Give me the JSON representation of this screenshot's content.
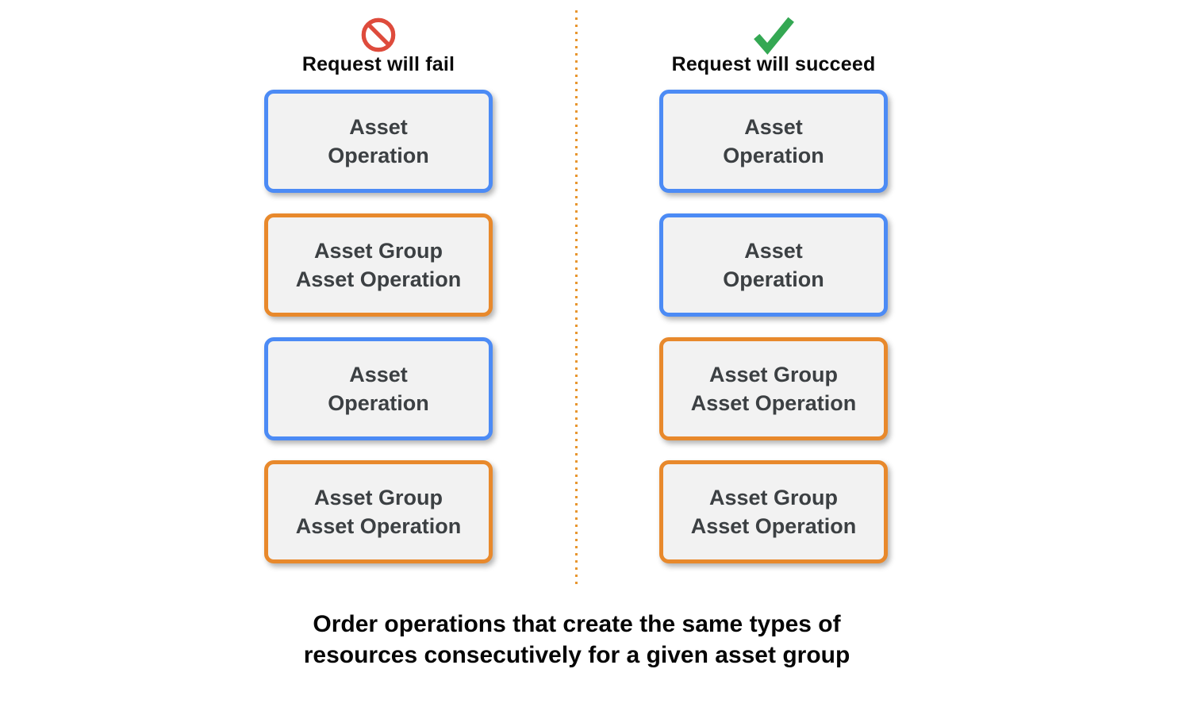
{
  "colors": {
    "blue_border": "#4C8BF5",
    "orange_border": "#E8892C",
    "box_background": "#F2F2F2",
    "box_text": "#3C4043",
    "fail_icon_red": "#DE4B3C",
    "succeed_icon_green": "#34A853",
    "divider_orange": "#E8962F"
  },
  "columns": [
    {
      "id": "fail",
      "icon": "no-symbol-icon",
      "header": "Request will fail",
      "boxes": [
        {
          "type": "blue",
          "line1": "Asset",
          "line2": "Operation"
        },
        {
          "type": "orange",
          "line1": "Asset Group",
          "line2": "Asset Operation"
        },
        {
          "type": "blue",
          "line1": "Asset",
          "line2": "Operation"
        },
        {
          "type": "orange",
          "line1": "Asset Group",
          "line2": "Asset Operation"
        }
      ]
    },
    {
      "id": "succeed",
      "icon": "checkmark-icon",
      "header": "Request will succeed",
      "boxes": [
        {
          "type": "blue",
          "line1": "Asset",
          "line2": "Operation"
        },
        {
          "type": "blue",
          "line1": "Asset",
          "line2": "Operation"
        },
        {
          "type": "orange",
          "line1": "Asset Group",
          "line2": "Asset Operation"
        },
        {
          "type": "orange",
          "line1": "Asset Group",
          "line2": "Asset Operation"
        }
      ]
    }
  ],
  "caption": {
    "line1": "Order operations that create the same types of",
    "line2": "resources consecutively for a given asset group"
  }
}
